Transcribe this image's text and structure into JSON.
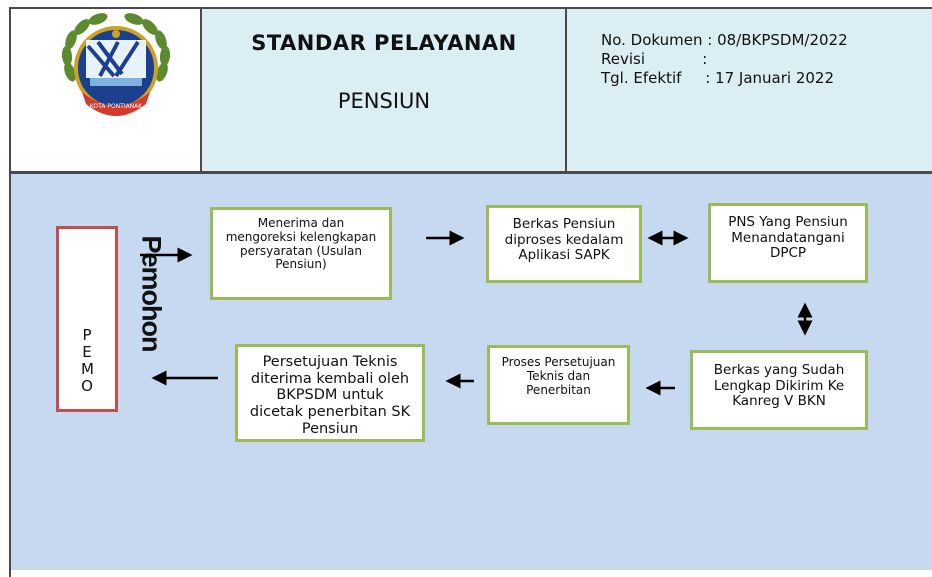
{
  "header": {
    "logo_text": "KOTA PONTIANAK",
    "title_main": "STANDAR PELAYANAN",
    "title_sub": "PENSIUN",
    "doc_lines": [
      "No. Dokumen : 08/BKPSDM/2022",
      "Revisi            :",
      "Tgl. Efektif     : 17 Januari 2022"
    ]
  },
  "flow": {
    "pemohon_vertical": "Pemohon",
    "pemohon_box_text": "PEMO",
    "steps": [
      "Menerima dan mengoreksi kelengkapan persyaratan (Usulan Pensiun)",
      "Berkas Pensiun diproses kedalam Aplikasi SAPK",
      "PNS Yang Pensiun Menandatangani DPCP",
      "Berkas yang Sudah Lengkap Dikirim Ke Kanreg V BKN",
      "Proses Persetujuan Teknis dan Penerbitan",
      "Persetujuan Teknis diterima kembali oleh BKPSDM untuk dicetak penerbitan SK Pensiun"
    ]
  },
  "colors": {
    "header_bg": "#daeef3",
    "body_bg": "#c6d9f1",
    "box_border": "#9bbb59",
    "pemohon_border": "#c0504d"
  }
}
